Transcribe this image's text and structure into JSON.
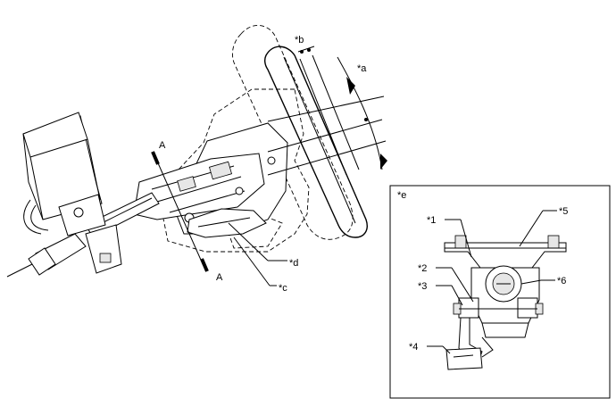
{
  "callouts": {
    "a": "*a",
    "b": "*b",
    "c": "*c",
    "d": "*d",
    "e": "*e",
    "p1": "*1",
    "p2": "*2",
    "p3": "*3",
    "p4": "*4",
    "p5": "*5",
    "p6": "*6"
  },
  "section_marks": {
    "top": "A",
    "bottom": "A"
  },
  "icons": [
    "steering-column-assembly",
    "steering-wheel-outline",
    "tilt-lever-detail"
  ],
  "colors": {
    "line": "#000000",
    "background": "#ffffff"
  }
}
